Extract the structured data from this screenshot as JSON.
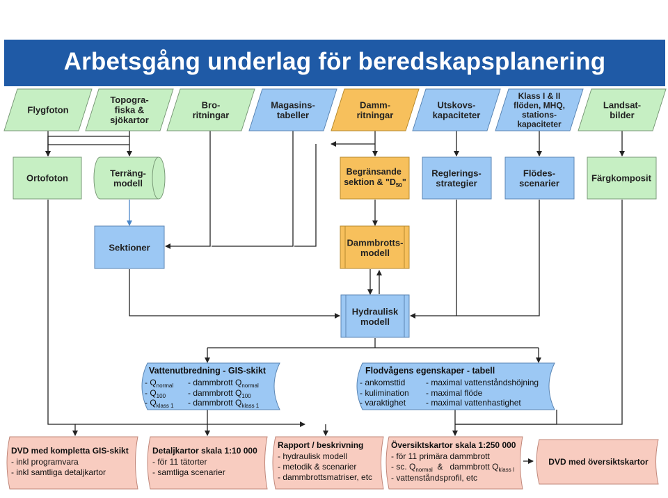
{
  "title": "Arbetsgång underlag för beredskapsplanering",
  "colors": {
    "green": "#c6efc3",
    "blue": "#9cc8f4",
    "orange": "#f7c05c",
    "pink": "#f8ccc0",
    "title_bar": "#1f5aa6"
  },
  "inputs": {
    "flygfoton": [
      "Flygfoton"
    ],
    "topografiska": [
      "Topogra-",
      "fiska &",
      "sjökartor"
    ],
    "broritningar": [
      "Bro-",
      "ritningar"
    ],
    "magasinstabeller": [
      "Magasins-",
      "tabeller"
    ],
    "dammritningar": [
      "Damm-",
      "ritningar"
    ],
    "utskovskapaciteter": [
      "Utskovs-",
      "kapaciteter"
    ],
    "klass": [
      "Klass I & II",
      "flöden, MHQ,",
      "stations-",
      "kapaciteter"
    ],
    "landsatbilder": [
      "Landsat-",
      "bilder"
    ]
  },
  "processes": {
    "ortofoton": [
      "Ortofoton"
    ],
    "terrangmodell": [
      "Terräng-",
      "modell"
    ],
    "begransande": [
      "Begränsande",
      "sektion & \"D",
      "50",
      "\""
    ],
    "regleringsstrategier": [
      "Reglerings-",
      "strategier"
    ],
    "flodesscenarier": [
      "Flödes-",
      "scenarier"
    ],
    "fargkomposit": [
      "Färgkomposit"
    ],
    "sektioner": [
      "Sektioner"
    ],
    "dammbrottsmodell": [
      "Dammbrotts-",
      "modell"
    ],
    "hydraulisk": [
      "Hydraulisk",
      "modell"
    ]
  },
  "vattenutbredning": {
    "title": "Vattenutbredning - GIS-skikt",
    "rows": [
      {
        "l": "- Q",
        "lsub": "normal",
        "r": "- dammbrott Q",
        "rsub": "normal"
      },
      {
        "l": "- Q",
        "lsub": "100",
        "r": "- dammbrott Q",
        "rsub": "100"
      },
      {
        "l": "- Q",
        "lsub": "klass 1",
        "r": "- dammbrott Q",
        "rsub": "klass 1"
      }
    ]
  },
  "flodvagen": {
    "title": "Flodvågens egenskaper - tabell",
    "left": [
      "- ankomsttid",
      "- kulimination",
      "- varaktighet"
    ],
    "right": [
      "- maximal vattenståndshöjning",
      "- maximal flöde",
      "- maximal vattenhastighet"
    ]
  },
  "outputs": {
    "dvd_gis": {
      "title": "DVD med kompletta GIS-skikt",
      "lines": [
        "- inkl programvara",
        "- inkl samtliga detaljkartor"
      ]
    },
    "detaljkartor": {
      "title": "Detaljkartor skala 1:10 000",
      "lines": [
        "- för 11 tätorter",
        "- samtliga scenarier"
      ]
    },
    "rapport": {
      "title": "Rapport / beskrivning",
      "lines": [
        "- hydraulisk modell",
        "- metodik & scenarier",
        "- dammbrottsmatriser, etc"
      ]
    },
    "oversikt": {
      "title": "Översiktskartor skala 1:250 000",
      "line1": "- för 11 primära dammbrott",
      "line2_a": "- sc. Q",
      "line2_sub1": "normal",
      "line2_b": "  &   dammbrott Q",
      "line2_sub2": "klass I",
      "line3": "- vattenståndsprofil, etc"
    },
    "dvd_oversikt": {
      "title": "DVD med översiktskartor"
    }
  }
}
